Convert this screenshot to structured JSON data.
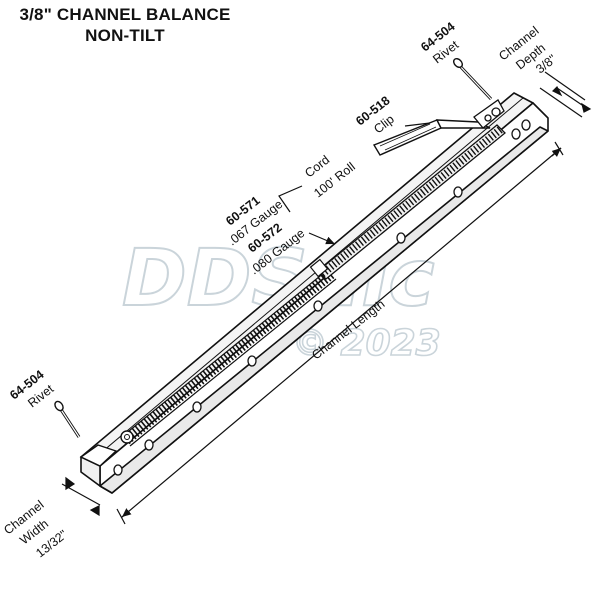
{
  "title": {
    "line1": "3/8\" CHANNEL BALANCE",
    "line2": "NON-TILT"
  },
  "labels": {
    "rivet_top": {
      "part": "64-504",
      "name": "Rivet"
    },
    "rivet_bottom": {
      "part": "64-504",
      "name": "Rivet"
    },
    "clip": {
      "part": "60-518",
      "name": "Clip"
    },
    "cord": {
      "line1": "Cord",
      "line2": "100' Roll"
    },
    "gauge_1": {
      "part": "60-571",
      "desc": ".067 Gauge"
    },
    "gauge_2": {
      "part": "60-572",
      "desc": ".080 Gauge"
    },
    "channel_depth": {
      "line1": "Channel",
      "line2": "Depth",
      "line3": "3/8\""
    },
    "channel_width": {
      "line1": "Channel",
      "line2": "Width",
      "line3": "13/32\""
    },
    "channel_length": "Channel Length"
  },
  "watermark": {
    "main": "DDS llc",
    "sub": "© 2023",
    "color": "#b7c6cf"
  },
  "colors": {
    "line": "#111111",
    "background": "#ffffff"
  }
}
